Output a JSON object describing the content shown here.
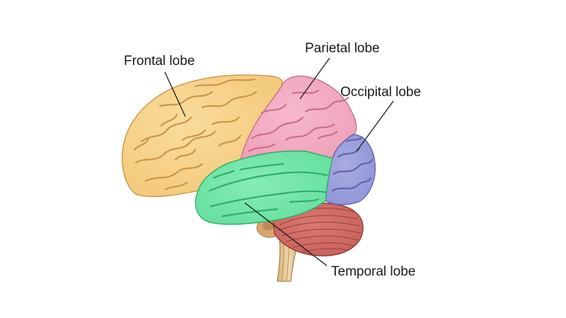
{
  "labels": {
    "frontal": "Frontal lobe",
    "parietal": "Parietal lobe",
    "occipital": "Occipital lobe",
    "temporal": "Temporal lobe"
  },
  "colors": {
    "frontal": "#f3c878",
    "parietal": "#ef9fb8",
    "occipital": "#8f93d6",
    "temporal": "#62de9c",
    "cerebellum": "#c8605a",
    "brainstem": "#e4c394"
  }
}
